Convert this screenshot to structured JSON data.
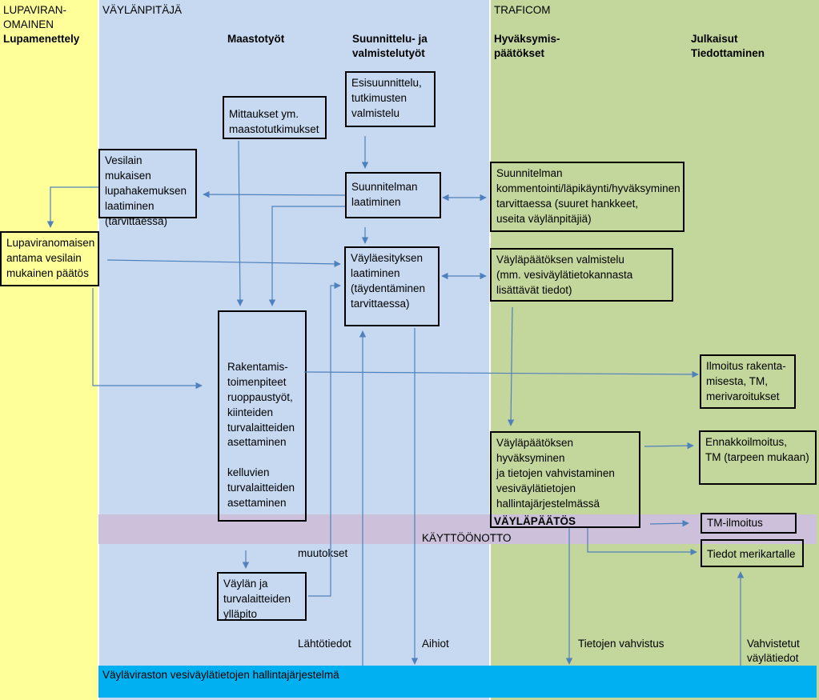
{
  "lanes": {
    "permit_authority": {
      "line1": "LUPAVIRAN-",
      "line2": "OMAINEN",
      "line3": "Lupamenettely",
      "color": "#ffff99"
    },
    "fairway_keeper": {
      "title": "VÄYLÄNPITÄJÄ",
      "color": "#c6d9f1"
    },
    "traficom": {
      "title": "TRAFICOM",
      "color": "#c3d69b"
    }
  },
  "column_headers": {
    "field_work": "Maastotyöt",
    "planning": "Suunnittelu- ja\nvalmistelutyöt",
    "approval": "Hyväksymis-\npäätökset",
    "publications": "Julkaisut\nTiedottaminen"
  },
  "boxes": {
    "preliminary_design": "Esisuunnittelu,\ntutkimusten\nvalmistelu",
    "measurements": "Mittaukset ym.\nmaastotutkimukset",
    "permit_application": "Vesilain mukaisen\nlupahakemuksen\nlaatiminen\n(tarvittaessa)",
    "plan_drafting": "Suunnitelman\nlaatiminen",
    "plan_commenting": "Suunnitelman\nkommentointi/läpikäynti/hyväksyminen\ntarvittaessa (suuret hankkeet,\nuseita väylänpitäjiä)",
    "permit_decision": "Lupaviranomaisen\nantama vesilain\nmukainen päätös",
    "proposal_drafting": "Väyläesityksen\nlaatiminen\n(täydentäminen\ntarvittaessa)",
    "decision_preparation": "Väyläpäätöksen valmistelu\n(mm. vesiväylätietokannasta\nlisättävät tiedot)",
    "construction": "Rakentamis-\ntoimenpiteet\nruoppaustyöt,\nkiinteiden\nturvalaitteiden\nasettaminen\n\nkelluvien\nturvalaitteiden\nasettaminen",
    "construction_notice": "Ilmoitus rakenta-\nmisesta, TM,\nmerivaroitukset",
    "decision_approval": "Väyläpäätöksen\nhyväksyminen\nja tietojen vahvistaminen\nvesiväylätietojen\nhallintajärjestelmässä",
    "advance_notice": "Ennakkoilmoitus,\nTM (tarpeen mukaan)",
    "tm_notice": "TM-ilmoitus",
    "chart_info": "Tiedot merikartalle",
    "maintenance": "Väylän ja\nturvalaitteiden\nylläpito"
  },
  "band": {
    "fairway_decision": "VÄYLÄPÄÄTÖS",
    "commissioning": "KÄYTTÖÖNOTTO",
    "color": "#ccc0da"
  },
  "labels": {
    "changes": "muutokset",
    "source_data": "Lähtötiedot",
    "drafts": "Aihiot",
    "data_confirmation": "Tietojen vahvistus",
    "confirmed_data": "Vahvistetut\nväylätiedot"
  },
  "system": {
    "label": "Väyläviraston vesiväylätietojen hallintajärjestelmä",
    "color": "#00b0f0"
  },
  "arrow_color": "#4f81bd"
}
